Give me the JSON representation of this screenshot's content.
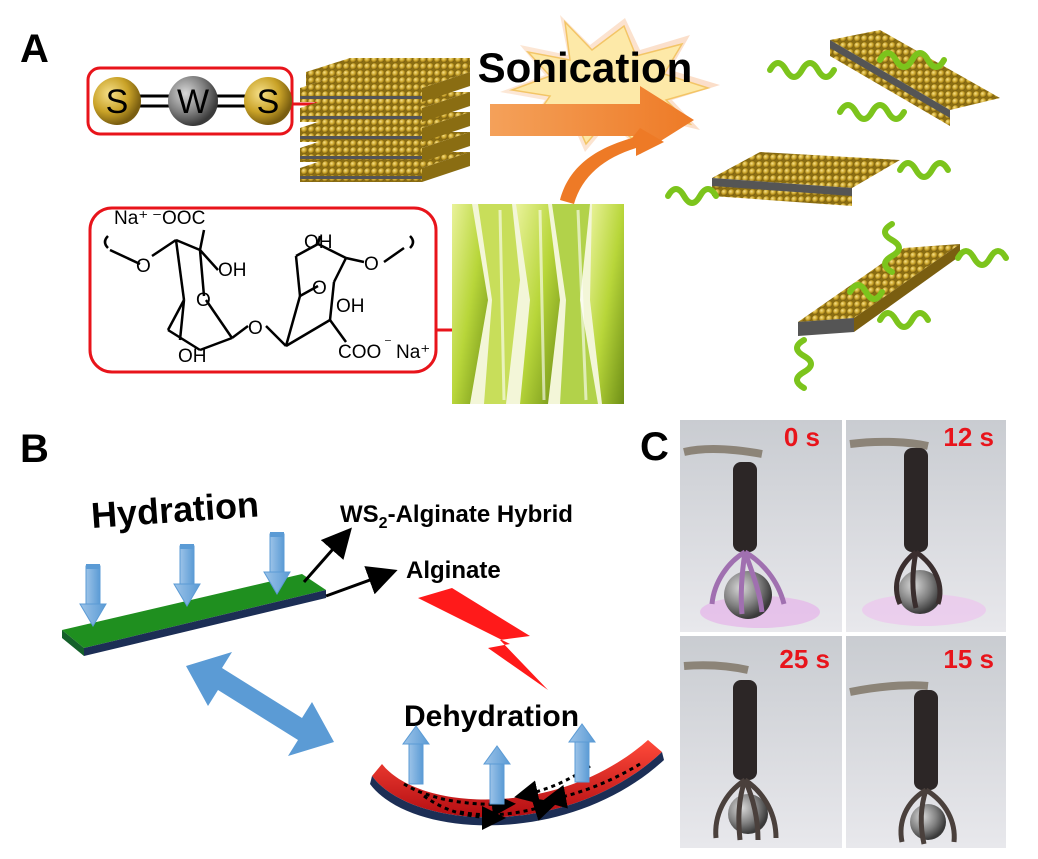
{
  "panels": {
    "a": {
      "letter": "A",
      "sonication_label": "Sonication",
      "ws2_atoms": [
        "S",
        "W",
        "S"
      ],
      "alginate": {
        "na1": "Na⁺",
        "ooc": "⁻OOC",
        "oh1": "OH",
        "oh2": "OH",
        "oh3": "OH",
        "oh4": "OH",
        "o1": "O",
        "o2": "O",
        "o3": "O",
        "o4": "O",
        "o5": "O",
        "coo": "COO",
        "coo_charge": "⁻",
        "na2": "Na⁺"
      }
    },
    "b": {
      "letter": "B",
      "hydration_label": "Hydration",
      "dehydration_label": "Dehydration",
      "hybrid_label_prefix": "WS",
      "hybrid_label_sub": "2",
      "hybrid_label_suffix": "-Alginate Hybrid",
      "alginate_label": "Alginate"
    },
    "c": {
      "letter": "C",
      "frames": [
        {
          "time": "0 s"
        },
        {
          "time": "12 s"
        },
        {
          "time": "25 s"
        },
        {
          "time": "15 s"
        }
      ]
    }
  },
  "colors": {
    "gold": "#c9a227",
    "tungsten": "#808080",
    "frame_red": "#e8141b",
    "arrow_orange": "#f08030",
    "burst_yellow": "#fde9a8",
    "polymer_green": "#7cc41c",
    "hybrid_green": "#1f8f1f",
    "actuator_red": "#e8141b",
    "arrow_blue": "#5b9bd5"
  }
}
